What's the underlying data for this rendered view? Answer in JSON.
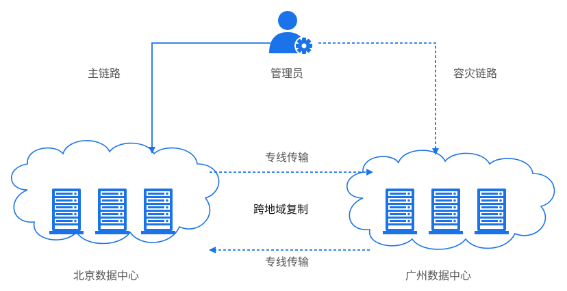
{
  "admin": {
    "label": "管理员"
  },
  "links": {
    "primary": {
      "label": "主链路"
    },
    "disaster": {
      "label": "容灾链路"
    }
  },
  "transfer": {
    "to_guangzhou": {
      "label": "专线传输"
    },
    "to_beijing": {
      "label": "专线传输"
    }
  },
  "replication": {
    "label": "跨地域复制"
  },
  "datacenters": {
    "beijing": {
      "label": "北京数据中心"
    },
    "guangzhou": {
      "label": "广州数据中心"
    }
  },
  "colors": {
    "accent": "#1a73e8",
    "cloud_stroke": "#1a73e8",
    "label_gray": "#555555"
  },
  "icons": [
    "user-gear-icon",
    "server-rack-icon",
    "cloud-icon"
  ]
}
